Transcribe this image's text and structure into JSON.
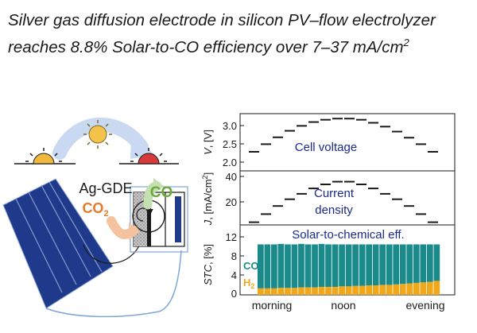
{
  "title": {
    "line1": "Silver gas diffusion electrode in silicon PV–flow electrolyzer",
    "line2_pre": "reaches 8.8% Solar-to-CO efficiency over 7–37 mA/cm",
    "line2_sup": "2"
  },
  "scheme": {
    "electrode_label": "Ag-GDE",
    "co_label": "CO",
    "co2_label": "CO",
    "co2_sub": "2",
    "colors": {
      "sun": "#f5c24a",
      "sunrise": "#f0b83c",
      "sunset": "#d63a3a",
      "co": "#6aaa3a",
      "co2": "#e87a2a",
      "panel": "#1f3a8a",
      "arrow": "#c9d9f2"
    }
  },
  "plots": {
    "voltage": {
      "ylabel_pre": "V",
      "ylabel_unit": ", [V]",
      "ticks": [
        "3.0",
        "2.5",
        "2.0"
      ],
      "annotation": "Cell voltage"
    },
    "current": {
      "ylabel_pre": "J",
      "ylabel_unit": ", [mA/cm",
      "ylabel_sup": "2",
      "ylabel_end": "]",
      "ticks": [
        "40",
        "20"
      ],
      "annotation_line1": "Current",
      "annotation_line2": "density"
    },
    "stc": {
      "ylabel_pre": "STC",
      "ylabel_unit": ", [%]",
      "ticks": [
        "12",
        "8",
        "4",
        "0"
      ],
      "annotation": "Solar-to-chemical eff.",
      "co_label": "CO",
      "h2_label": "H",
      "h2_sub": "2",
      "colors": {
        "co": "#1a8a8a",
        "h2": "#f0a81a"
      }
    },
    "xlabels": [
      "morning",
      "noon",
      "evening"
    ]
  },
  "chart_data": [
    {
      "type": "line",
      "ylabel": "V, [V]",
      "ylim": [
        1.8,
        3.3
      ],
      "annotation": "Cell voltage",
      "x": [
        1,
        2,
        3,
        4,
        5,
        6,
        7,
        8,
        9,
        10,
        11,
        12,
        13,
        14,
        15,
        16
      ],
      "y": [
        2.3,
        2.5,
        2.68,
        2.85,
        2.98,
        3.08,
        3.14,
        3.17,
        3.17,
        3.14,
        3.06,
        2.96,
        2.83,
        2.67,
        2.5,
        2.3
      ]
    },
    {
      "type": "line",
      "ylabel": "J, [mA/cm2]",
      "ylim": [
        5,
        45
      ],
      "annotation": "Current density",
      "x": [
        1,
        2,
        3,
        4,
        5,
        6,
        7,
        8,
        9,
        10,
        11,
        12,
        13,
        14,
        15,
        16
      ],
      "y": [
        7,
        13,
        19,
        24,
        28,
        32,
        35,
        37,
        37,
        35,
        32,
        28,
        24,
        19,
        13,
        7
      ]
    },
    {
      "type": "bar",
      "ylabel": "STC, [%]",
      "ylim": [
        0,
        14
      ],
      "annotation": "Solar-to-chemical eff.",
      "categories": [
        "1",
        "2",
        "3",
        "4",
        "5",
        "6",
        "7",
        "8",
        "9",
        "10",
        "11",
        "12",
        "13",
        "14",
        "15",
        "16",
        "17",
        "18",
        "19",
        "20",
        "21",
        "22",
        "23",
        "24",
        "25",
        "26",
        "27"
      ],
      "series": [
        {
          "name": "H2",
          "values": [
            1.3,
            1.3,
            1.3,
            1.4,
            1.4,
            1.4,
            1.5,
            1.5,
            1.5,
            1.6,
            1.6,
            1.6,
            1.7,
            1.7,
            1.8,
            1.8,
            1.9,
            1.9,
            2.0,
            2.0,
            2.1,
            2.2,
            2.3,
            2.4,
            2.5,
            2.6,
            2.8
          ]
        },
        {
          "name": "CO",
          "values": [
            8.8,
            8.8,
            8.8,
            8.8,
            8.7,
            8.7,
            8.7,
            8.6,
            8.6,
            8.6,
            8.5,
            8.5,
            8.4,
            8.4,
            8.3,
            8.3,
            8.2,
            8.2,
            8.1,
            8.1,
            8.0,
            7.9,
            7.8,
            7.7,
            7.6,
            7.5,
            7.3
          ]
        }
      ]
    }
  ]
}
